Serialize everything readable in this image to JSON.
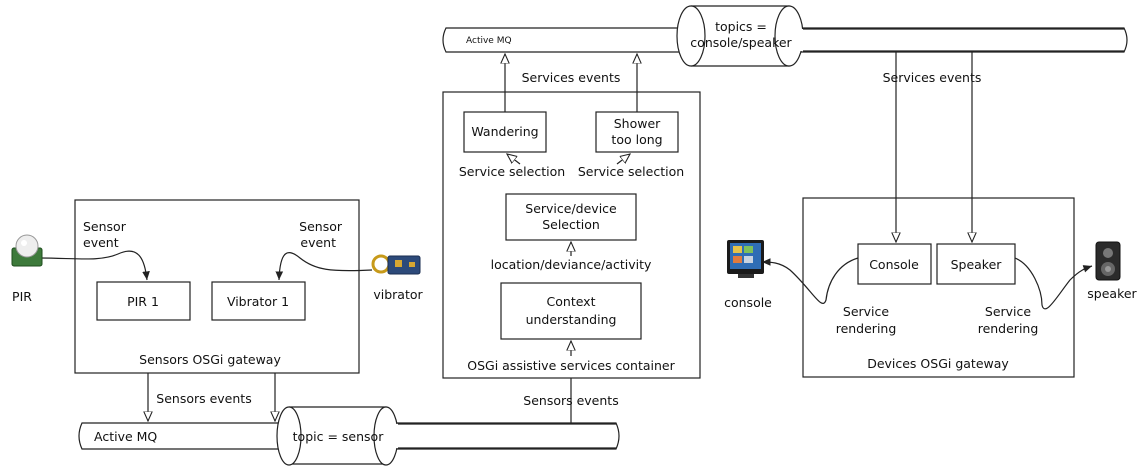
{
  "mq_top": {
    "label": "Active MQ",
    "topic": [
      "topics =",
      "console/speaker"
    ]
  },
  "mq_bottom": {
    "label": "Active MQ",
    "topic": "topic = sensor"
  },
  "sensors_gateway": {
    "title": "Sensors OSGi gateway",
    "pir_box": "PIR 1",
    "vibrator_box": "Vibrator 1",
    "sensor_event_left": [
      "Sensor",
      "event"
    ],
    "sensor_event_right": [
      "Sensor",
      "event"
    ]
  },
  "assistive_container": {
    "title": "OSGi assistive services container",
    "wandering": "Wandering",
    "shower": [
      "Shower",
      "too long"
    ],
    "service_selection_left": "Service selection",
    "service_selection_right": "Service selection",
    "selection_box": [
      "Service/device",
      "Selection"
    ],
    "flow_label": "location/deviance/activity",
    "context_box": [
      "Context",
      "understanding"
    ]
  },
  "devices_gateway": {
    "title": "Devices OSGi gateway",
    "console_box": "Console",
    "speaker_box": "Speaker",
    "rendering_left": [
      "Service",
      "rendering"
    ],
    "rendering_right": [
      "Service",
      "rendering"
    ]
  },
  "edge_labels": {
    "services_events_left": "Services events",
    "services_events_right": "Services events",
    "sensors_events_left": "Sensors events",
    "sensors_events_right": "Sensors events"
  },
  "devices": {
    "pir": "PIR",
    "vibrator": "vibrator",
    "console": "console",
    "speaker": "speaker"
  },
  "icons": [
    "pir-sensor-icon",
    "vibrator-sensor-icon",
    "console-screen-icon",
    "speaker-icon"
  ]
}
